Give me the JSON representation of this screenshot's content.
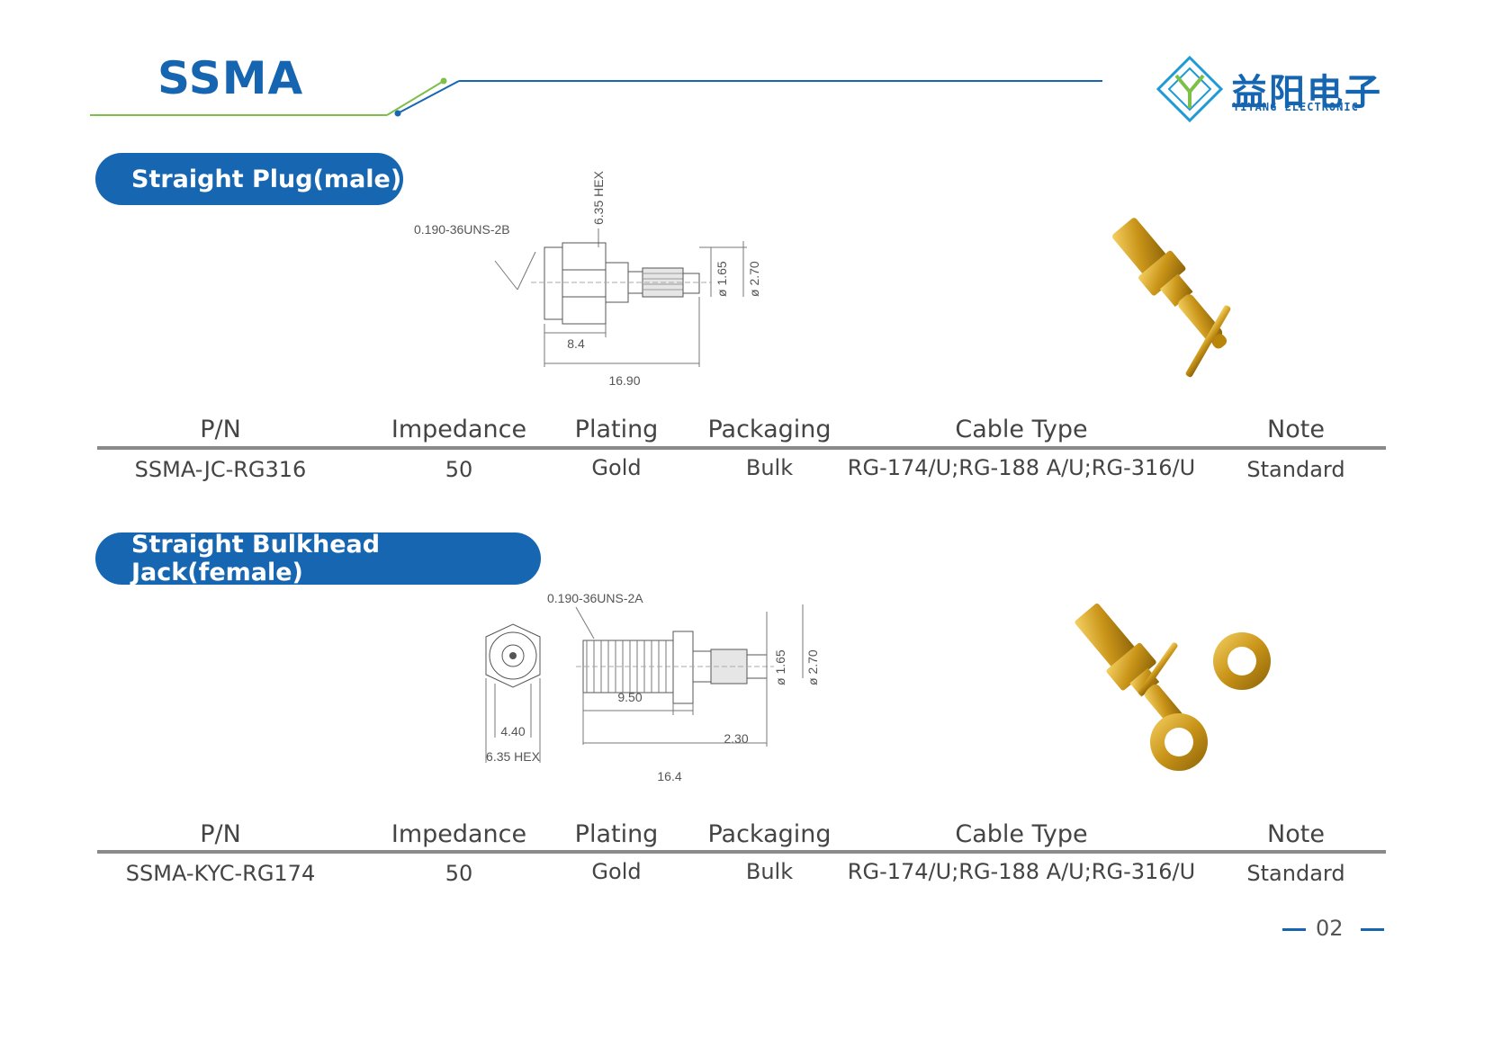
{
  "header": {
    "title": "SSMA",
    "logo_cn": "益阳电子",
    "logo_en": "YIYANG ELECTRONIC"
  },
  "colors": {
    "brand_blue": "#1666b2",
    "accent_green": "#7cc04a",
    "rule_gray": "#8a8a8a",
    "gold": "#d4a017"
  },
  "sections": [
    {
      "title": "Straight Plug(male)",
      "drawing_labels": {
        "thread": "0.190-36UNS-2B",
        "hex": "6.35 HEX",
        "dia1": "ø 1.65",
        "dia2": "ø 2.70",
        "len1": "8.4",
        "len2": "16.90"
      },
      "table": {
        "headers": [
          "P/N",
          "Impedance",
          "Plating",
          "Packaging",
          "Cable Type",
          "Note"
        ],
        "row": [
          "SSMA-JC-RG316",
          "50",
          "Gold",
          "Bulk",
          "RG-174/U;RG-188 A/U;RG-316/U",
          "Standard"
        ]
      }
    },
    {
      "title": "Straight Bulkhead Jack(female)",
      "drawing_labels": {
        "thread": "0.190-36UNS-2A",
        "dia1": "ø 1.65",
        "dia2": "ø 2.70",
        "w1": "4.40",
        "hex": "6.35 HEX",
        "len1": "9.50",
        "len2": "2.30",
        "len3": "16.4"
      },
      "table": {
        "headers": [
          "P/N",
          "Impedance",
          "Plating",
          "Packaging",
          "Cable Type",
          "Note"
        ],
        "row": [
          "SSMA-KYC-RG174",
          "50",
          "Gold",
          "Bulk",
          "RG-174/U;RG-188 A/U;RG-316/U",
          "Standard"
        ]
      }
    }
  ],
  "footer": {
    "page_number": "02"
  }
}
